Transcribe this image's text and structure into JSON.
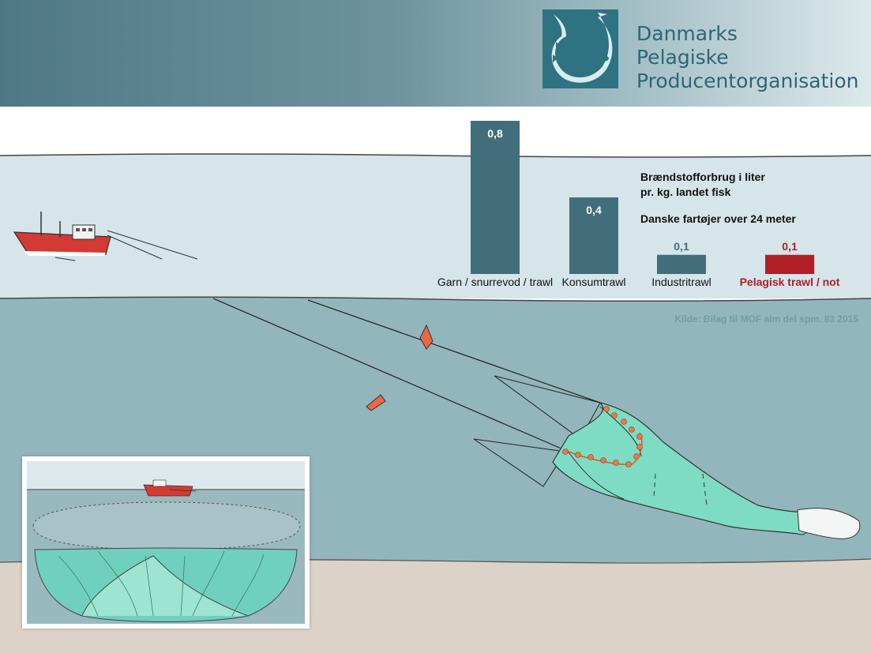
{
  "logo": {
    "lines": [
      "Danmarks",
      "Pelagiske",
      "Producentorganisation"
    ],
    "icon": "fish-logo-icon"
  },
  "chart_data": {
    "type": "bar",
    "categories": [
      "Garn / snurrevod / trawl",
      "Konsumtrawl",
      "Industritrawl",
      "Pelagisk trawl / not"
    ],
    "values": [
      0.8,
      0.4,
      0.1,
      0.1
    ],
    "value_labels": [
      "0,8",
      "0,4",
      "0,1",
      "0,1"
    ],
    "legend_lines": [
      "Brændstofforbrug i liter",
      "pr. kg. landet fisk",
      "Danske fartøjer over 24 meter"
    ],
    "source": "Kilde: Bilag til MOF alm del spm. 83 2015",
    "colors": [
      "#426e7b",
      "#426e7b",
      "#426e7b",
      "#b11f26"
    ],
    "label_colors": [
      "#111111",
      "#111111",
      "#111111",
      "#b11f26"
    ],
    "value_label_colors": [
      "#ffffff",
      "#ffffff",
      "#426e7b",
      "#b11f26"
    ],
    "ylim": [
      0,
      0.8
    ],
    "grid": false
  },
  "illustration": {
    "elements": [
      "trawler-boat-icon",
      "pelagic-trawl-net",
      "trawl-doors",
      "purse-seine-inset"
    ]
  }
}
